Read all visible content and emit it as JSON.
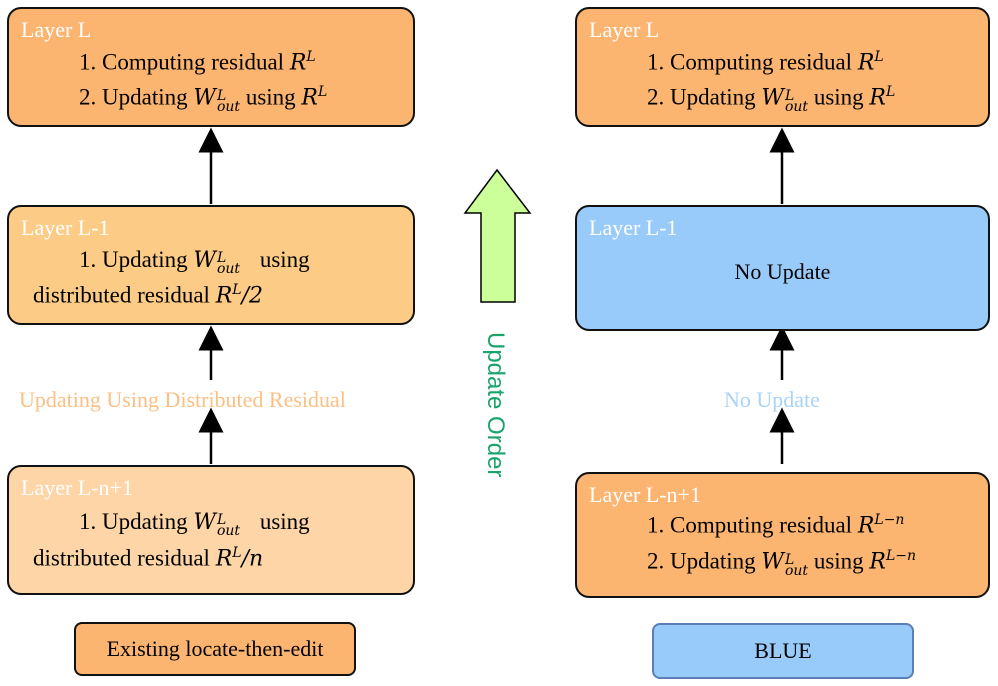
{
  "left": {
    "top": {
      "title": "Layer L",
      "line1": "1. Computing residual",
      "line1_math": "R",
      "line1_sup": "L",
      "line2": "2. Updating",
      "line2_math": "W",
      "line2_sup": "L",
      "line2_sub": "out",
      "line2_mid": "using",
      "line2_math2": "R",
      "line2_sup2": "L"
    },
    "middle": {
      "title": "Layer L-1",
      "line1": "1. Updating",
      "line1_math": "W",
      "line1_sup": "L",
      "line1_sub": "out",
      "line1_end": "using",
      "line2": "distributed residual",
      "line2_math": "R",
      "line2_sup": "L",
      "line2_end": "/2"
    },
    "gap_label": "Updating Using Distributed Residual",
    "bottom": {
      "title": "Layer L-n+1",
      "line1": "1. Updating",
      "line1_math": "W",
      "line1_sup": "L",
      "line1_sub": "out",
      "line1_end": "using",
      "line2": "distributed residual",
      "line2_math": "R",
      "line2_sup": "L",
      "line2_end": "/n"
    },
    "legend": "Existing locate-then-edit"
  },
  "center": {
    "order_label": "Update Order"
  },
  "right": {
    "top": {
      "title": "Layer L",
      "line1": "1. Computing residual",
      "line1_math": "R",
      "line1_sup": "L",
      "line2": "2. Updating",
      "line2_math": "W",
      "line2_sup": "L",
      "line2_sub": "out",
      "line2_mid": "using",
      "line2_math2": "R",
      "line2_sup2": "L"
    },
    "middle": {
      "title": "Layer L-1",
      "body": "No Update"
    },
    "gap_label": "No Update",
    "bottom": {
      "title": "Layer L-n+1",
      "line1": "1. Computing residual",
      "line1_math": "R",
      "line1_sup": "L−n",
      "line2": "2. Updating",
      "line2_math": "W",
      "line2_sup": "L",
      "line2_sub": "out",
      "line2_mid": "using",
      "line2_math2": "R",
      "line2_sup2": "L−n"
    },
    "legend": "BLUE"
  },
  "colors": {
    "orange_dark": "#fbb570",
    "orange_mid": "#fccb85",
    "orange_light": "#fdd5a6",
    "blue": "#99cbfa",
    "order_arrow": "#ccff99",
    "order_text": "#1aa36a"
  }
}
